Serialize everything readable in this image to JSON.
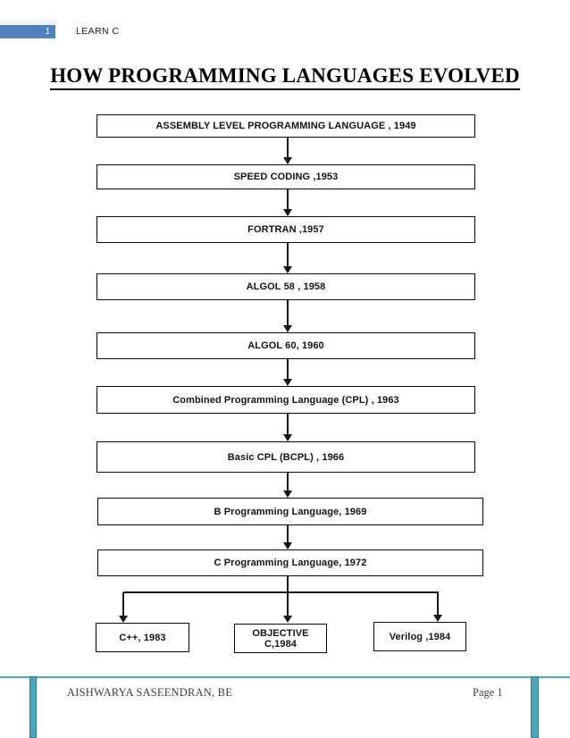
{
  "header": {
    "page_badge": "1",
    "doc_title": "LEARN C"
  },
  "title": "HOW PROGRAMMING LANGUAGES EVOLVED",
  "flowchart": {
    "nodes": [
      "ASSEMBLY LEVEL PROGRAMMING LANGUAGE , 1949",
      "SPEED CODING ,1953",
      "FORTRAN ,1957",
      "ALGOL 58 , 1958",
      "ALGOL 60, 1960",
      "Combined Programming Language (CPL) , 1963",
      "Basic CPL (BCPL) , 1966",
      "B Programming Language, 1969",
      "C Programming Language, 1972"
    ],
    "branches": [
      "C++, 1983",
      "OBJECTIVE C,1984",
      "Verilog ,1984"
    ]
  },
  "footer": {
    "author": "AISHWARYA SASEENDRAN, BE",
    "page_label": "Page 1"
  },
  "colors": {
    "header_bar_blue": "#4f81bd",
    "footer_accent_teal": "#4aa7bd",
    "footer_accent_border": "#2e7d93",
    "box_border": "#0a0a0a"
  }
}
